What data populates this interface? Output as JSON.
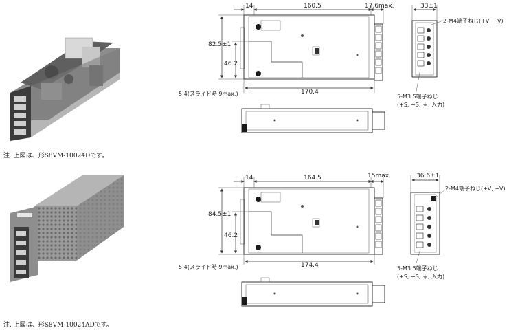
{
  "units": {
    "top": {
      "width_left": "14",
      "width_main": "160.5",
      "width_right": "17.6max.",
      "total_length": "170.4",
      "height_total": "82.5±1",
      "height_inner": "46.2",
      "slide_note": "5.4(スライド時 9max.)",
      "side_width": "33±1",
      "terminal_main": "2-M4端子ねじ(+V, −V)",
      "terminal_sub_1": "5-M3.5端子ねじ",
      "terminal_sub_2": "(+S, −S, ⏚, 入力)",
      "note": "注.  上図は、形S8VM-10024Dです。"
    },
    "bottom": {
      "width_left": "14",
      "width_main": "164.5",
      "width_right": "15max.",
      "total_length": "174.4",
      "height_total": "84.5±1",
      "height_inner": "46.2",
      "slide_note": "5.4(スライド時 9max.)",
      "side_width": "36.6±1",
      "terminal_main": "2-M4端子ねじ(+V, −V)",
      "terminal_sub_1": "5-M3.5端子ねじ",
      "terminal_sub_2": "(+S, −S, ⏚, 入力)",
      "note": "注.  上図は、形S8VM-10024ADです。"
    }
  },
  "colors": {
    "line": "#333333",
    "photo_dark": "#3a3a3a",
    "photo_light": "#b8b8b8",
    "label_bg": "#e8e8e8"
  }
}
